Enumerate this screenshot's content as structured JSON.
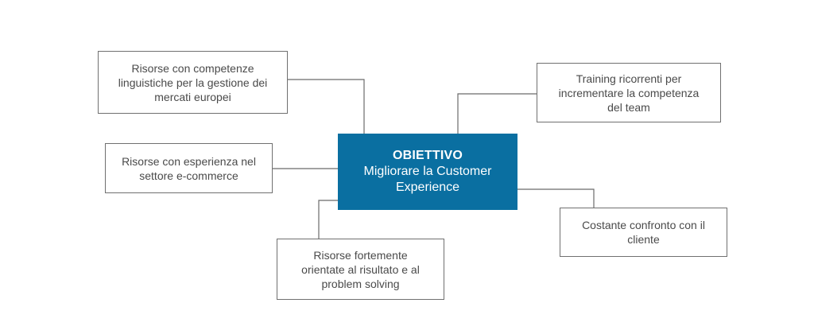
{
  "diagram": {
    "colors": {
      "center_fill": "#0a6fa1",
      "box_border": "#707070",
      "connector": "#6b6b6b",
      "text": "#4a4a4a"
    },
    "center": {
      "title": "OBIETTIVO",
      "subtitle": "Migliorare la Customer Experience"
    },
    "nodes": [
      {
        "id": "linguistic",
        "text": "Risorse con competenze linguistiche per la gestione dei mercati europei"
      },
      {
        "id": "training",
        "text": "Training ricorrenti per incrementare la competenza del team"
      },
      {
        "id": "ecommerce",
        "text": "Risorse con esperienza nel settore e-commerce"
      },
      {
        "id": "client",
        "text": "Costante confronto con il cliente"
      },
      {
        "id": "results",
        "text": "Risorse fortemente orientate al risultato e al problem solving"
      }
    ]
  }
}
